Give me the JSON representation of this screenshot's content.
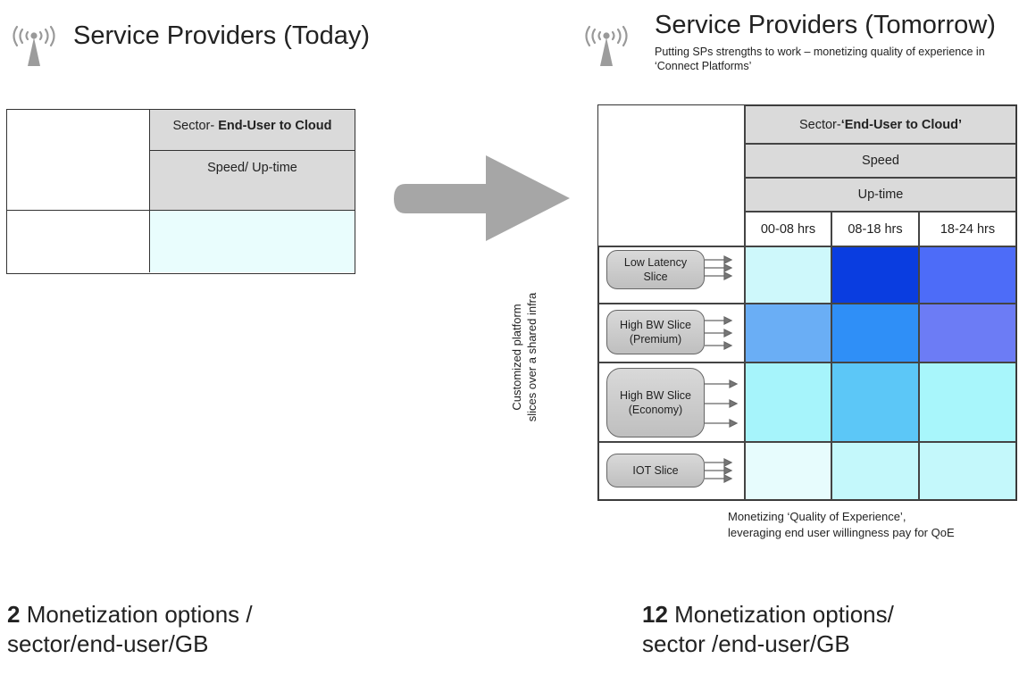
{
  "left": {
    "title": "Service Providers (Today)",
    "table": {
      "sector_prefix": "Sector- ",
      "sector_bold": "End-User to Cloud",
      "metric": "Speed/ Up-time"
    },
    "summary": {
      "count": "2",
      "text1": " Monetization options /",
      "text2": "sector/end-user/GB"
    }
  },
  "right": {
    "title": "Service Providers (Tomorrow)",
    "subtitle": "Putting SPs strengths to work – monetizing quality of experience in ‘Connect Platforms’",
    "grid": {
      "sector_prefix": "Sector- ",
      "sector_bold": "‘End-User to Cloud’",
      "speed": "Speed",
      "uptime": "Up-time",
      "columns": [
        "00-08 hrs",
        "08-18 hrs",
        "18-24 hrs"
      ],
      "slices": [
        {
          "label1": "Low Latency",
          "label2": "Slice",
          "colors": [
            "#cef8fb",
            "#0a3de0",
            "#4d6cf8"
          ]
        },
        {
          "label1": "High BW Slice",
          "label2": "(Premium)",
          "colors": [
            "#6aaef5",
            "#2f8ff7",
            "#6c7cf5"
          ]
        },
        {
          "label1": "High BW Slice",
          "label2": "(Economy)",
          "colors": [
            "#a6f4fb",
            "#5cc7f7",
            "#a8f6fb"
          ]
        },
        {
          "label1": "IOT Slice",
          "label2": "",
          "colors": [
            "#e7fcfd",
            "#c4f8fb",
            "#c4f8fb"
          ]
        }
      ],
      "vertical_label": "Customized platform slices over a shared infra"
    },
    "footnote1": "Monetizing ‘Quality of Experience’,",
    "footnote2": "leveraging end user willingness pay for QoE",
    "summary": {
      "count": "12",
      "text1": " Monetization options/",
      "text2": "sector /end-user/GB"
    }
  },
  "colors": {
    "header_gray": "#dadada",
    "left_cell_cyan": "#e9fdfd",
    "arrow_gray": "#a6a6a6"
  },
  "icons": [
    "antenna-icon",
    "right-arrow-icon",
    "pipe-arrows-icon"
  ]
}
